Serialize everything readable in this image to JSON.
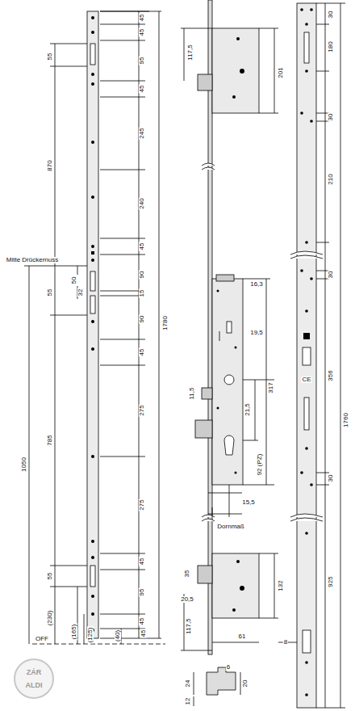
{
  "diagram": {
    "labels": [
      "45",
      "45",
      "55",
      "95",
      "45",
      "870",
      "245",
      "240",
      "45",
      "Mitte Drückernuss",
      "50",
      "32",
      "55",
      "15",
      "90",
      "90",
      "45",
      "1780",
      "785",
      "275",
      "1050",
      "275",
      "45",
      "55",
      "95",
      "45",
      "(230)",
      "(165)",
      "(40)",
      "45",
      "(125)",
      "OFF",
      "117,5",
      "201",
      "16,3",
      "19,5",
      "317",
      "11,5",
      "21,5",
      "92 (PZ)",
      "15,5",
      "Dornmaß",
      "35",
      "20,5",
      "132",
      "117,5",
      "61",
      "6",
      "24",
      "20",
      "12",
      "30",
      "180",
      "30",
      "210",
      "30",
      "356",
      "1760",
      "30",
      "925",
      "8",
      "CE",
      "ZÁR",
      "ALDI"
    ]
  }
}
